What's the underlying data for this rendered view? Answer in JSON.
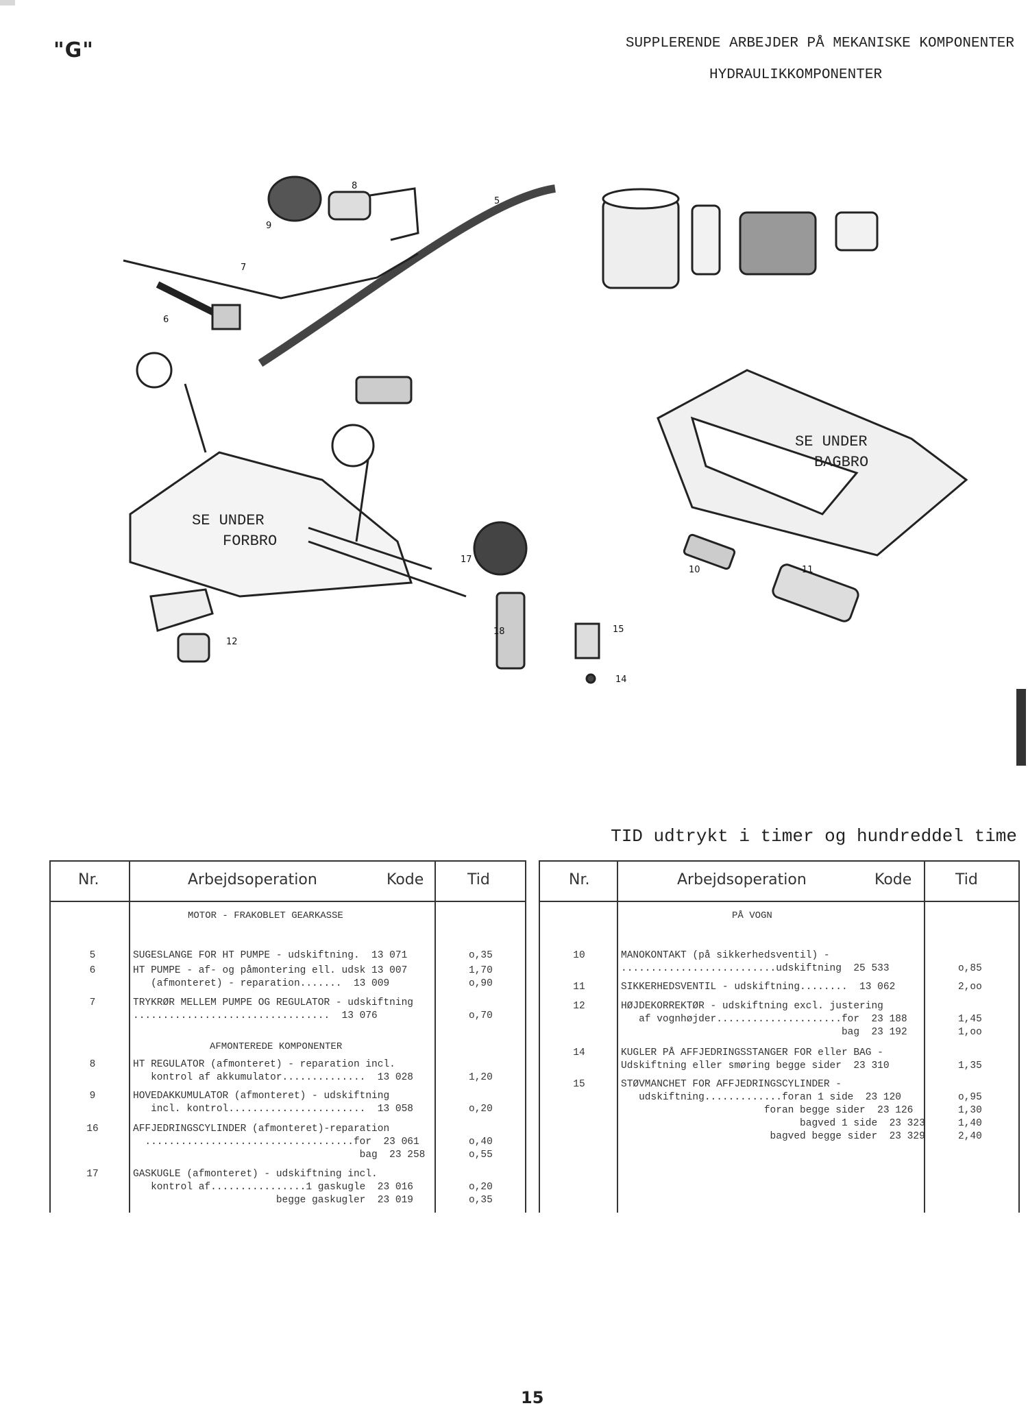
{
  "header": {
    "section_letter": "\"G\"",
    "title_line1": "SUPPLERENDE ARBEJDER PÅ MEKANISKE KOMPONENTER",
    "title_line2": "HYDRAULIKKOMPONENTER"
  },
  "illustration": {
    "labels": [
      "8",
      "9",
      "5",
      "7",
      "6",
      "17",
      "18",
      "15",
      "14",
      "12",
      "10",
      "11"
    ],
    "see_under_front": [
      "SE UNDER",
      "FORBRO"
    ],
    "see_under_rear": [
      "SE UNDER",
      "BAGBRO"
    ]
  },
  "time_note": "TID udtrykt i timer og hundreddel time",
  "table_headers": {
    "nr": "Nr.",
    "operation": "Arbejdsoperation",
    "code": "Kode",
    "time": "Tid"
  },
  "left_table": {
    "section1": "MOTOR - FRAKOBLET GEARKASSE",
    "section2": "AFMONTEREDE KOMPONENTER",
    "rows": [
      {
        "nr": "5",
        "text": "SUGESLANGE FOR HT PUMPE - udskiftning.  13 071",
        "time": "o,35"
      },
      {
        "nr": "6",
        "text": "HT PUMPE - af- og påmontering ell. udsk 13 007\n   (afmonteret) - reparation.......  13 009",
        "time": "1,70\no,90"
      },
      {
        "nr": "7",
        "text": "TRYKRØR MELLEM PUMPE OG REGULATOR - udskiftning\n.................................  13 076",
        "time": "\no,70"
      },
      {
        "nr": "8",
        "text": "HT REGULATOR (afmonteret) - reparation incl.\n   kontrol af akkumulator..............  13 028",
        "time": "\n1,20"
      },
      {
        "nr": "9",
        "text": "HOVEDAKKUMULATOR (afmonteret) - udskiftning\n   incl. kontrol.......................  13 058",
        "time": "\no,20"
      },
      {
        "nr": "16",
        "text": "AFFJEDRINGSCYLINDER (afmonteret)-reparation\n  ...................................for  23 061\n                                      bag  23 258",
        "time": "\no,40\no,55"
      },
      {
        "nr": "17",
        "text": "GASKUGLE (afmonteret) - udskiftning incl.\n   kontrol af................1 gaskugle  23 016\n                        begge gaskugler  23 019",
        "time": "\no,20\no,35"
      }
    ]
  },
  "right_table": {
    "section1": "PÅ VOGN",
    "rows": [
      {
        "nr": "10",
        "text": "MANOKONTAKT (på sikkerhedsventil) -\n..........................udskiftning  25 533",
        "time": "\no,85"
      },
      {
        "nr": "11",
        "text": "SIKKERHEDSVENTIL - udskiftning........  13 062",
        "time": "2,oo"
      },
      {
        "nr": "12",
        "text": "HØJDEKORREKTØR - udskiftning excl. justering\n   af vognhøjder.....................for  23 188\n                                     bag  23 192",
        "time": "\n1,45\n1,oo"
      },
      {
        "nr": "14",
        "text": "KUGLER PÅ AFFJEDRINGSSTANGER FOR eller BAG -\nUdskiftning eller smøring begge sider  23 310",
        "time": "\n1,35"
      },
      {
        "nr": "15",
        "text": "STØVMANCHET FOR AFFJEDRINGSCYLINDER -\n   udskiftning.............foran 1 side  23 120\n                        foran begge sider  23 126\n                              bagved 1 side  23 323\n                         bagved begge sider  23 329",
        "time": "\no,95\n1,30\n1,40\n2,40"
      }
    ]
  },
  "page_number": "15"
}
